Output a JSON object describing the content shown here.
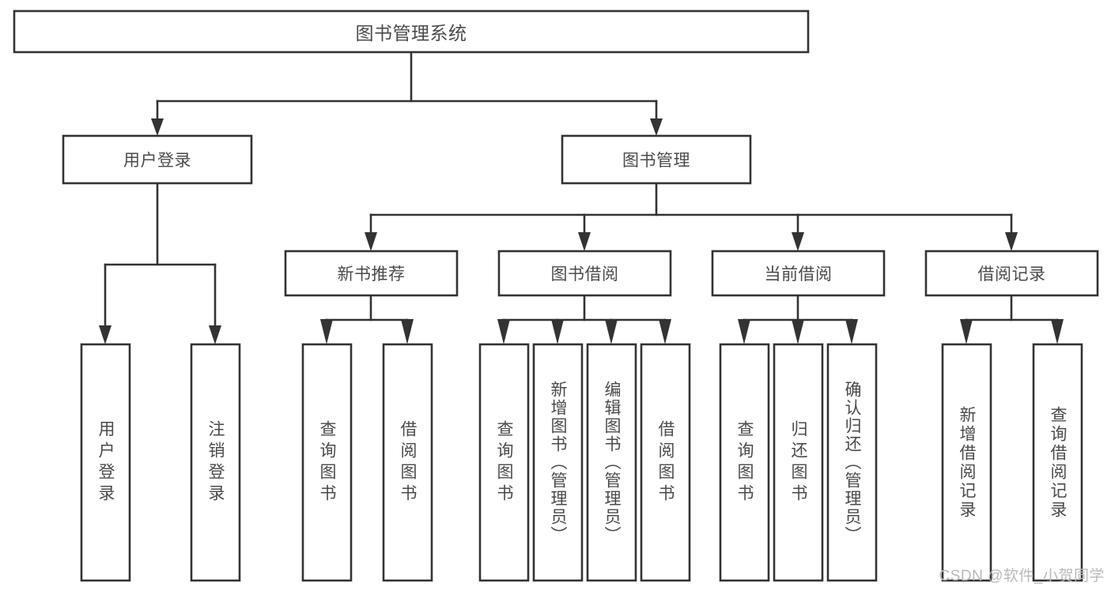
{
  "diagram": {
    "type": "tree-hierarchy",
    "title": "图书管理系统",
    "root": {
      "id": "root",
      "label": "图书管理系统",
      "orientation": "horizontal"
    },
    "level1": [
      {
        "id": "user-login",
        "label": "用户登录",
        "orientation": "horizontal"
      },
      {
        "id": "book-manage",
        "label": "图书管理",
        "orientation": "horizontal"
      }
    ],
    "level2": [
      {
        "id": "new-book-recommend",
        "label": "新书推荐",
        "orientation": "horizontal",
        "parent": "book-manage"
      },
      {
        "id": "book-borrow",
        "label": "图书借阅",
        "orientation": "horizontal",
        "parent": "book-manage"
      },
      {
        "id": "current-borrow",
        "label": "当前借阅",
        "orientation": "horizontal",
        "parent": "book-manage"
      },
      {
        "id": "borrow-record",
        "label": "借阅记录",
        "orientation": "horizontal",
        "parent": "book-manage"
      }
    ],
    "leaves": [
      {
        "id": "leaf-user-login",
        "label": "用户登录",
        "orientation": "vertical",
        "parent": "user-login"
      },
      {
        "id": "leaf-user-logout",
        "label": "注销登录",
        "orientation": "vertical",
        "parent": "user-login"
      },
      {
        "id": "leaf-query-book-1",
        "label": "查询图书",
        "orientation": "vertical",
        "parent": "new-book-recommend"
      },
      {
        "id": "leaf-borrow-book-1",
        "label": "借阅图书",
        "orientation": "vertical",
        "parent": "new-book-recommend"
      },
      {
        "id": "leaf-query-book-2",
        "label": "查询图书",
        "orientation": "vertical",
        "parent": "book-borrow"
      },
      {
        "id": "leaf-add-book",
        "label": "新增图书（管理员）",
        "orientation": "vertical",
        "parent": "book-borrow"
      },
      {
        "id": "leaf-edit-book",
        "label": "编辑图书（管理员）",
        "orientation": "vertical",
        "parent": "book-borrow"
      },
      {
        "id": "leaf-borrow-book-2",
        "label": "借阅图书",
        "orientation": "vertical",
        "parent": "book-borrow"
      },
      {
        "id": "leaf-query-book-3",
        "label": "查询图书",
        "orientation": "vertical",
        "parent": "current-borrow"
      },
      {
        "id": "leaf-return-book",
        "label": "归还图书",
        "orientation": "vertical",
        "parent": "current-borrow"
      },
      {
        "id": "leaf-confirm-return",
        "label": "确认归还（管理员）",
        "orientation": "vertical",
        "parent": "current-borrow"
      },
      {
        "id": "leaf-add-record",
        "label": "新增借阅记录",
        "orientation": "vertical",
        "parent": "borrow-record"
      },
      {
        "id": "leaf-query-record",
        "label": "查询借阅记录",
        "orientation": "vertical",
        "parent": "borrow-record"
      }
    ],
    "colors": {
      "stroke": "#333333",
      "text": "#4a4a4a",
      "background": "#ffffff",
      "watermark": "#b9b9b9"
    }
  },
  "watermark": {
    "text": "CSDN @软件_小贺同学"
  }
}
